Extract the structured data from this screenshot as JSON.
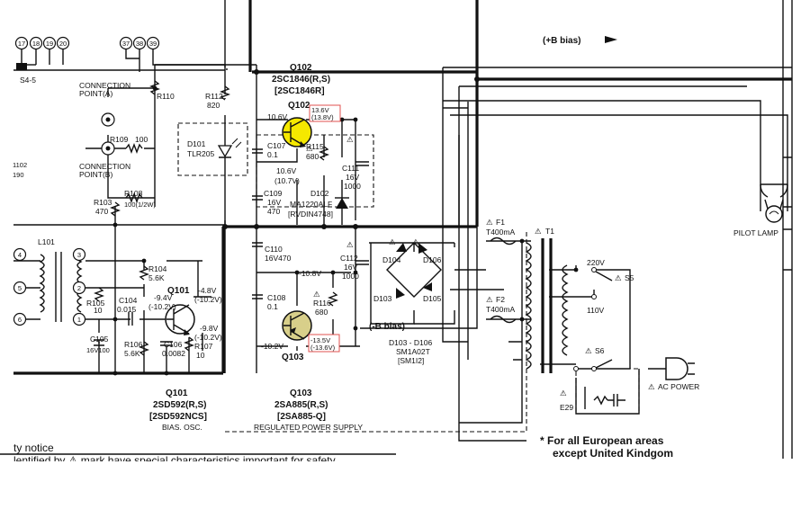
{
  "switch": {
    "pins": [
      "17",
      "18",
      "19",
      "20"
    ],
    "label": "S4-5"
  },
  "top_pins": [
    "37",
    "38",
    "39"
  ],
  "r110": "R110",
  "r112": {
    "name": "R112",
    "value": "820"
  },
  "conn_a": {
    "line1": "CONNECTION",
    "line2": "POINT(A)"
  },
  "conn_b": {
    "line1": "CONNECTION",
    "line2": "POINT(B)"
  },
  "r109": {
    "name": "R109",
    "value": "100"
  },
  "r108": {
    "name": "R108",
    "value": "100(1/2W)"
  },
  "r103": {
    "name": "R103",
    "value": "470"
  },
  "d101": {
    "name": "D101",
    "part": "TLR205"
  },
  "left_cut": {
    "line1": "1102",
    "line2": "190"
  },
  "l101": "L101",
  "pins_left": [
    "4",
    "5",
    "6"
  ],
  "pins_right": [
    "3",
    "2",
    "1"
  ],
  "r105": {
    "name": "R105",
    "value": "10"
  },
  "c104": {
    "name": "C104",
    "value": "0.015"
  },
  "r104": {
    "name": "R104",
    "value": "5.6K"
  },
  "q101_voltages": {
    "base": "-9.4V",
    "base_alt": "(-10.2V)",
    "collector": "-4.8V",
    "collector_alt": "(-10.2V)",
    "emitter": "-9.8V",
    "emitter_alt": "(-10.2V)"
  },
  "q101": {
    "label": "Q101",
    "name": "Q101",
    "part": "2SD592(R,S)",
    "alt": "[2SD592NCS]",
    "desc": "BIAS. OSC."
  },
  "c105": {
    "name": "C105",
    "value": "16V100"
  },
  "r106": {
    "name": "R106",
    "value": "5.6K"
  },
  "c106": {
    "name": "C106",
    "value": "0.0082"
  },
  "r107": {
    "name": "R107",
    "value": "10"
  },
  "q102": {
    "name": "Q102",
    "part": "2SC1846(R,S)",
    "alt": "[2SC1846R]",
    "label": "Q102",
    "v_in": "10.6V",
    "v_out": "13.6V",
    "v_out_alt": "(13.8V)",
    "v_base": "10.6V",
    "v_base_alt": "(10.7V)"
  },
  "c107": {
    "name": "C107",
    "value": "0.1"
  },
  "r115": {
    "name": "R115",
    "value": "680"
  },
  "c111": {
    "name": "C111",
    "v": "16V",
    "value": "1000"
  },
  "c109": {
    "name": "C109",
    "v": "16V",
    "value": "470"
  },
  "d102": {
    "name": "D102",
    "part": "MA1220ALF",
    "alt": "[RVDIN4748]"
  },
  "c110": {
    "name": "C110",
    "value": "16V470"
  },
  "c112": {
    "name": "C112",
    "v": "16V",
    "value": "1000"
  },
  "q103_voltages": {
    "base": "-10.8V",
    "emitter": "-10.2V",
    "collector": "-13.5V",
    "collector_alt": "(-13.6V)"
  },
  "c108": {
    "name": "C108",
    "value": "0.1"
  },
  "r116": {
    "name": "R116",
    "value": "680"
  },
  "q103": {
    "label": "Q103",
    "name": "Q103",
    "part": "2SA885(R,S)",
    "alt": "[2SA885-Q]",
    "desc": "REGULATED POWER SUPPLY"
  },
  "bias_pos": "(+B bias)",
  "bias_neg": "(-B bias)",
  "diodes": {
    "d104": "D104",
    "d106": "D106",
    "d103": "D103",
    "d105": "D105",
    "range": "D103 - D106",
    "part": "SM1A02T",
    "alt": "[SM1I2]"
  },
  "f1": {
    "name": "F1",
    "value": "T400mA"
  },
  "f2": {
    "name": "F2",
    "value": "T400mA"
  },
  "t1": "T1",
  "v220": "220V",
  "v110": "110V",
  "s5": "S5",
  "s6": "S6",
  "e29": "E29",
  "ac_power": "AC POWER",
  "pilot_lamp": "PILOT LAMP",
  "footnote": {
    "line1": "* For all European areas",
    "line2": "except United Kindgom"
  },
  "safety": {
    "line1": "ty notice",
    "line2": "lentified by ⚠ mark have special characteristics important for safety"
  },
  "warn_symbol": "⚠",
  "colors": {
    "ink": "#111111",
    "highlight": "#e0524f",
    "transistor_fill": "#f5e800",
    "transistor_fill_2": "#d8cf8a"
  }
}
